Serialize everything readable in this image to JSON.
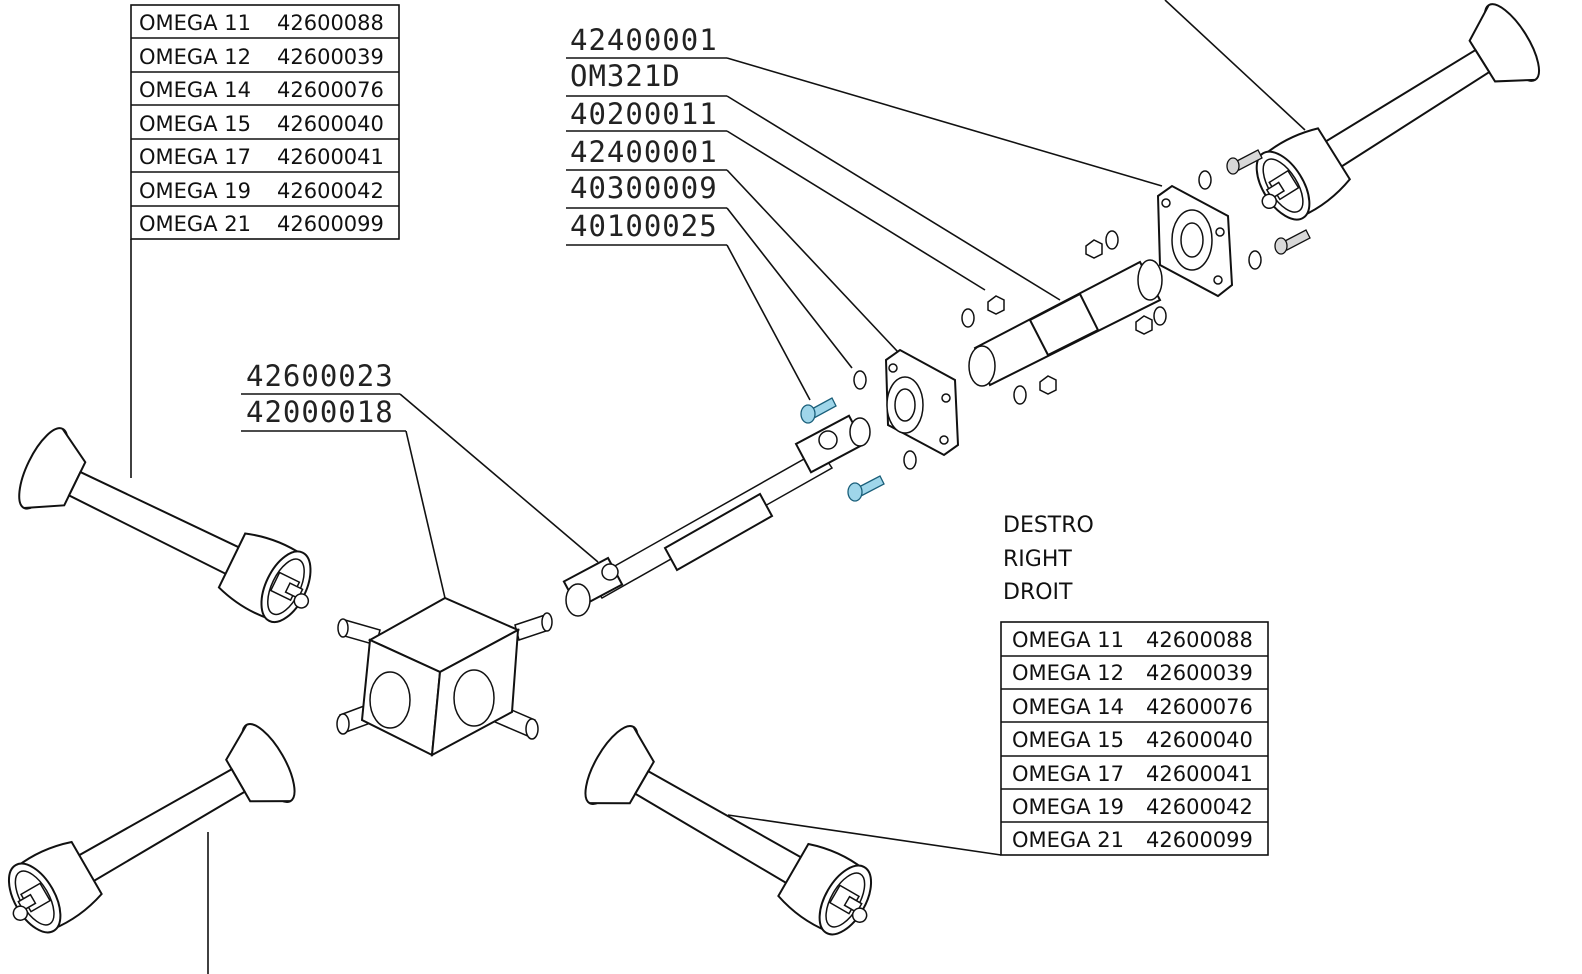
{
  "left_table": {
    "rows": [
      {
        "model": "OMEGA 11",
        "code": "42600088"
      },
      {
        "model": "OMEGA 12",
        "code": "42600039"
      },
      {
        "model": "OMEGA 14",
        "code": "42600076"
      },
      {
        "model": "OMEGA 15",
        "code": "42600040"
      },
      {
        "model": "OMEGA 17",
        "code": "42600041"
      },
      {
        "model": "OMEGA 19",
        "code": "42600042"
      },
      {
        "model": "OMEGA 21",
        "code": "42600099"
      }
    ]
  },
  "right_table": {
    "rows": [
      {
        "model": "OMEGA 11",
        "code": "42600088"
      },
      {
        "model": "OMEGA 12",
        "code": "42600039"
      },
      {
        "model": "OMEGA 14",
        "code": "42600076"
      },
      {
        "model": "OMEGA 15",
        "code": "42600040"
      },
      {
        "model": "OMEGA 17",
        "code": "42600041"
      },
      {
        "model": "OMEGA 19",
        "code": "42600042"
      },
      {
        "model": "OMEGA 21",
        "code": "42600099"
      }
    ]
  },
  "side_labels": {
    "it": "DESTRO",
    "en": "RIGHT",
    "fr": "DROIT"
  },
  "part_labels": {
    "p1": "42400001",
    "p2": "ОМ321D",
    "p3": "40200011",
    "p4": "42400001",
    "p5": "40300009",
    "p6": "40100025",
    "p7": "42600023",
    "p8": "42000018"
  },
  "colors": {
    "line": "#111111",
    "bolt_fill": "#9fd6ea"
  }
}
